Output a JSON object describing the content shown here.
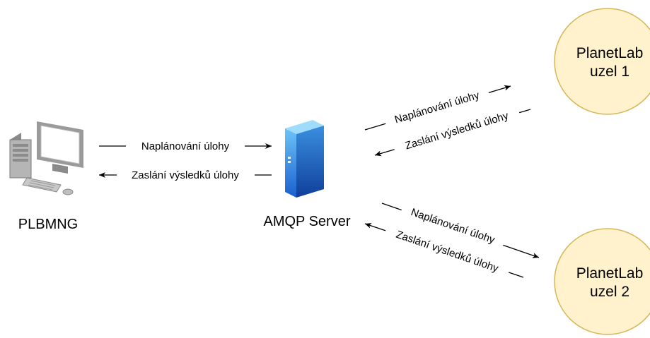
{
  "nodes": {
    "plbmng": {
      "label": "PLBMNG",
      "icon": "desktop-computer-icon"
    },
    "amqp": {
      "label": "AMQP Server",
      "icon": "server-tower-icon"
    },
    "node1": {
      "line1": "PlanetLab",
      "line2": "uzel 1"
    },
    "node2": {
      "line1": "PlanetLab",
      "line2": "uzel 2"
    }
  },
  "edges": {
    "plbmng_to_amqp": "Naplánování úlohy",
    "amqp_to_plbmng": "Zaslání výsledků úlohy",
    "amqp_to_node1": "Naplánování úlohy",
    "node1_to_amqp": "Zaslání výsledků úlohy",
    "amqp_to_node2": "Naplánování úlohy",
    "node2_to_amqp": "Zaslání výsledků úlohy"
  },
  "colors": {
    "node_fill": "#fff2cc",
    "node_stroke": "#d6b656",
    "line": "#000000",
    "server_light": "#5fb8f5",
    "server_dark": "#1565c0"
  }
}
